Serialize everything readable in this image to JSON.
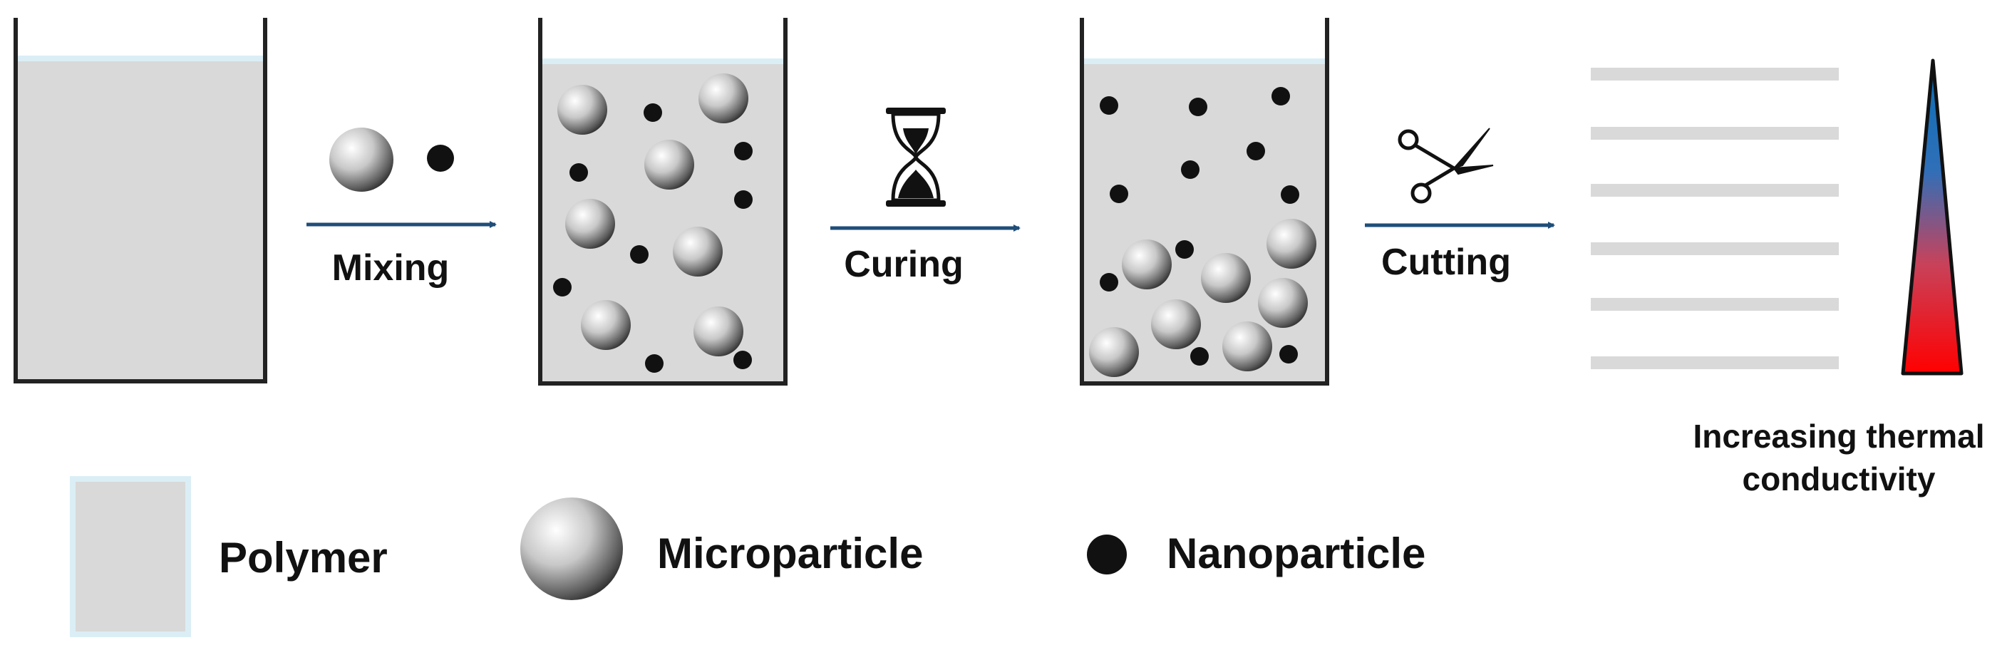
{
  "steps": {
    "mixing": "Mixing",
    "curing": "Curing",
    "cutting": "Cutting"
  },
  "gradient_caption": {
    "line1": "Increasing thermal",
    "line2": "conductivity"
  },
  "legend": {
    "polymer": "Polymer",
    "microparticle": "Microparticle",
    "nanoparticle": "Nanoparticle"
  },
  "icons": {
    "curing": "hourglass-icon",
    "cutting": "scissors-icon"
  },
  "colors": {
    "polymer_fill": "#d9d9d9",
    "polymer_surface": "#dbeef6",
    "arrow": "#1f4e79",
    "nanoparticle": "#111111",
    "gradient_top": "#1f5fb0",
    "gradient_bottom": "#ff0000",
    "slice": "#d9d9d9"
  }
}
